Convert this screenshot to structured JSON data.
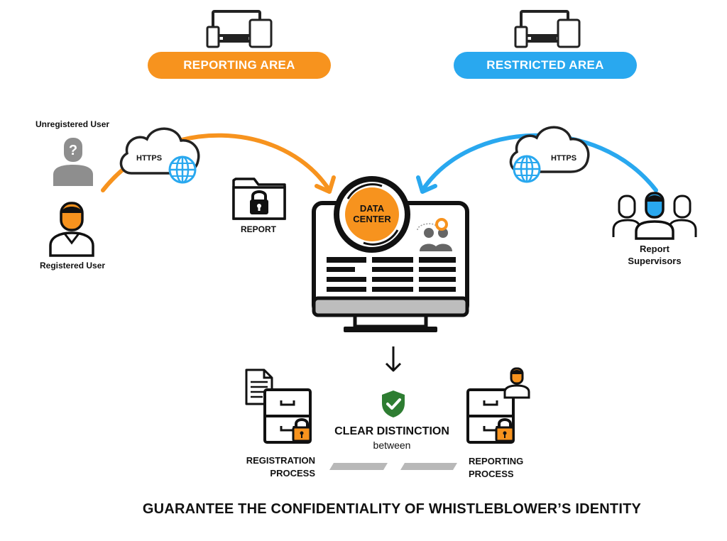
{
  "colors": {
    "orange": "#f7931e",
    "blue": "#29a8ef",
    "green": "#2e7d32",
    "gray": "#b8b8b8",
    "dark": "#111111"
  },
  "icons": [
    "devices-icon",
    "cloud-icon",
    "globe-icon",
    "user-unknown-icon",
    "user-icon",
    "folder-lock-icon",
    "monitor-icon",
    "magnifier-icon",
    "users-group-icon",
    "arrow-down-icon",
    "document-icon",
    "filing-cabinet-icon",
    "padlock-icon",
    "shield-check-icon",
    "user-small-icon"
  ],
  "areas": {
    "reporting": "REPORTING AREA",
    "restricted": "RESTRICTED AREA"
  },
  "users": {
    "unregistered": "Unregistered User",
    "registered": "Registered User",
    "unknown_mark": "?"
  },
  "https_left": "HTTPS",
  "https_right": "HTTPS",
  "report_label": "REPORT",
  "data_center": {
    "line1": "DATA",
    "line2": "CENTER"
  },
  "supervisors": {
    "line1": "Report",
    "line2": "Supervisors"
  },
  "registration": {
    "line1": "REGISTRATION",
    "line2": "PROCESS"
  },
  "reporting_process": {
    "line1": "REPORTING",
    "line2": "PROCESS"
  },
  "distinction": {
    "title": "CLEAR DISTINCTION",
    "sub": "between"
  },
  "footer": "GUARANTEE THE CONFIDENTIALITY OF WHISTLEBLOWER’S IDENTITY"
}
